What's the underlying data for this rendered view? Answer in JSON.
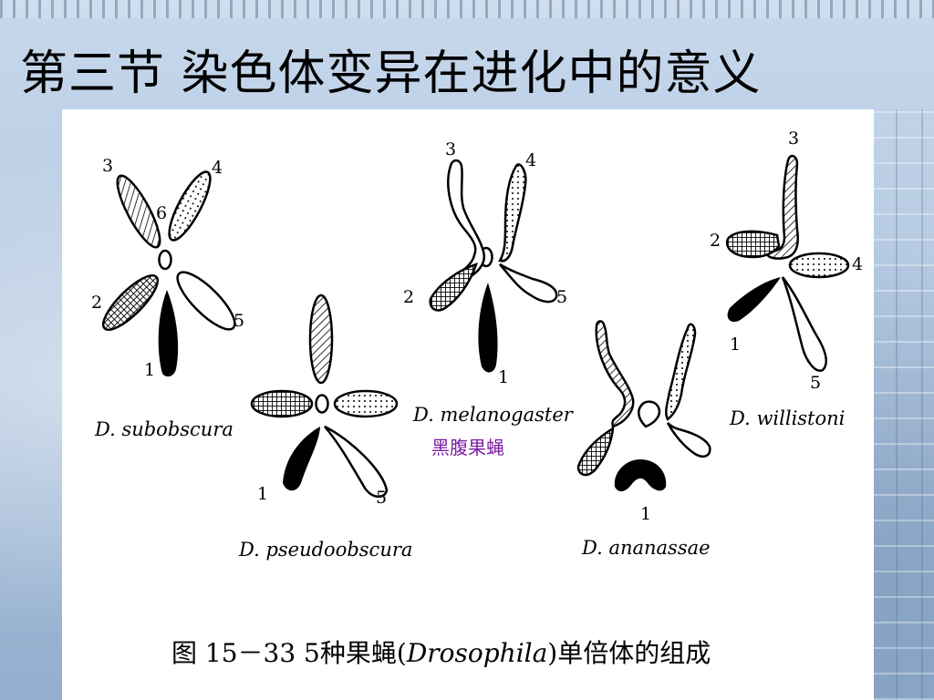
{
  "slide": {
    "title": "第三节  染色体变异在进化中的意义",
    "highlight_label": "黑腹果蝇",
    "highlight_color": "#7a1fa2"
  },
  "figure": {
    "caption_prefix": "图 15－33  5种果蝇(",
    "caption_genus": "Drosophila",
    "caption_suffix": ")单倍体的组成",
    "species": [
      {
        "name": "D. subobscura",
        "arm_labels": [
          "1",
          "2",
          "3",
          "4",
          "5",
          "6"
        ]
      },
      {
        "name": "D. pseudoobscura",
        "arm_labels": [
          "1",
          "5"
        ]
      },
      {
        "name": "D. melanogaster",
        "arm_labels": [
          "1",
          "2",
          "3",
          "4",
          "5"
        ]
      },
      {
        "name": "D. ananassae",
        "arm_labels": [
          "1"
        ]
      },
      {
        "name": "D. willistoni",
        "arm_labels": [
          "1",
          "2",
          "3",
          "4",
          "5"
        ]
      }
    ]
  }
}
